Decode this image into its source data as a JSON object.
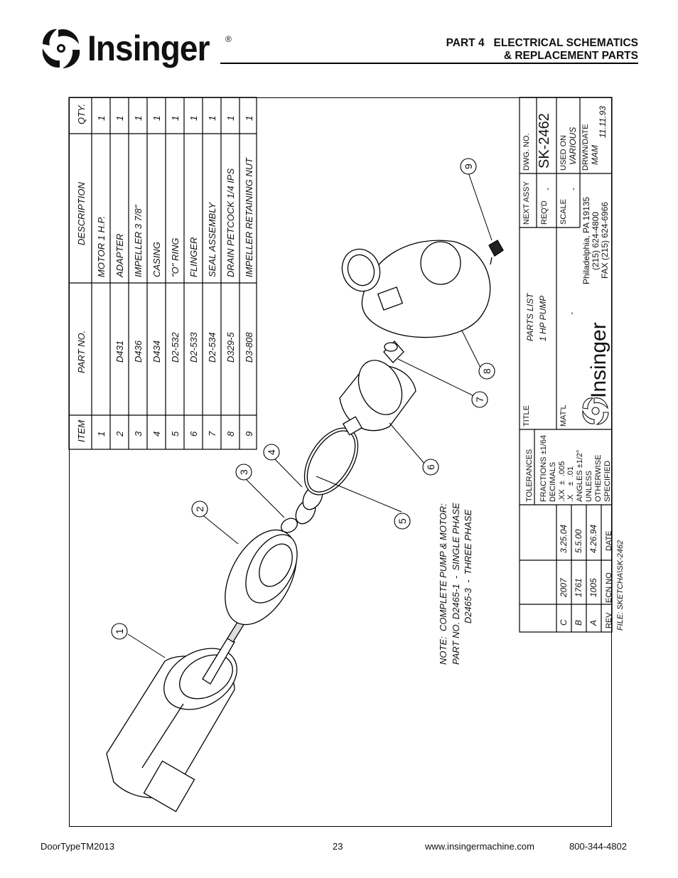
{
  "header": {
    "logo_text": "Insinger",
    "registered_mark": "®",
    "title_line1": "PART 4   ELECTRICAL SCHEMATICS",
    "title_line2": "& REPLACEMENT PARTS"
  },
  "parts_table": {
    "headers": {
      "item": "ITEM",
      "part_no": "PART NO.",
      "description": "DESCRIPTION",
      "qty": "QTY."
    },
    "rows": [
      {
        "item": "1",
        "part_no": "",
        "description": "MOTOR 1 H.P.",
        "qty": "1"
      },
      {
        "item": "2",
        "part_no": "D431",
        "description": "ADAPTER",
        "qty": "1"
      },
      {
        "item": "3",
        "part_no": "D436",
        "description": "IMPELLER 3 7/8\"",
        "qty": "1"
      },
      {
        "item": "4",
        "part_no": "D434",
        "description": "CASING",
        "qty": "1"
      },
      {
        "item": "5",
        "part_no": "D2-532",
        "description": "\"O\" RING",
        "qty": "1"
      },
      {
        "item": "6",
        "part_no": "D2-533",
        "description": "FLINGER",
        "qty": "1"
      },
      {
        "item": "7",
        "part_no": "D2-534",
        "description": "SEAL ASSEMBLY",
        "qty": "1"
      },
      {
        "item": "8",
        "part_no": "D329-5",
        "description": "DRAIN PETCOCK 1/4 IPS",
        "qty": "1"
      },
      {
        "item": "9",
        "part_no": "D3-808",
        "description": "IMPELLER RETAINING NUT",
        "qty": "1"
      }
    ]
  },
  "note": {
    "line1": "NOTE:  COMPLETE PUMP & MOTOR:",
    "line2": "PART NO. D2465-1  -  SINGLE PHASE",
    "line3": "D2465-3  -  THREE PHASE"
  },
  "callouts": [
    "1",
    "2",
    "3",
    "4",
    "5",
    "6",
    "7",
    "8",
    "9"
  ],
  "revisions": {
    "rows": [
      {
        "rev": "C",
        "ecn": "2007",
        "date": "3.25.04"
      },
      {
        "rev": "B",
        "ecn": "1761",
        "date": "5.5.00"
      },
      {
        "rev": "A",
        "ecn": "1005",
        "date": "4.26.94"
      }
    ],
    "head_rev": "REV",
    "head_ecn": "ECN NO",
    "head_date": "DATE",
    "file": "FILE: SKETCHA\\SK-2462"
  },
  "tolerances": {
    "title": "TOLERANCES",
    "fractions": "FRACTIONS ±1/64",
    "decimals": "DECIMALS",
    "xxx": ".XX  ±  .005",
    "xx": ".X    ±  .01",
    "angles": "ANGLES ±1/2°",
    "unless": "UNLESS",
    "otherwise": "OTHERWISE",
    "specified": "SPECIFIED"
  },
  "title_block": {
    "title_label": "TITLE",
    "title_line1": "PARTS LIST",
    "title_line2": "1 HP PUMP",
    "matl_label": "MAT'L",
    "matl_value": "-",
    "company": "Insinger",
    "addr1": "Philadelphia,  PA 19135",
    "addr2": "(215) 624-4800",
    "addr3": "FAX (215) 624-6966",
    "next_assy_label": "NEXT ASSY",
    "next_assy_value": "-",
    "reqd_label": "REQ'D",
    "reqd_value": "-",
    "scale_label": "SCALE",
    "scale_value": "-",
    "dwg_label": "DWG. NO.",
    "dwg_value": "SK-2462",
    "used_on_label": "USED ON",
    "used_on_value": "VARIOUS",
    "drawn_label": "DRWN/DATE",
    "drawn_by": "MAM",
    "drawn_date": "11.11.93"
  },
  "footer": {
    "left": "DoorTypeTM2013",
    "page": "23",
    "website": "www.insingermachine.com",
    "phone": "800-344-4802"
  }
}
